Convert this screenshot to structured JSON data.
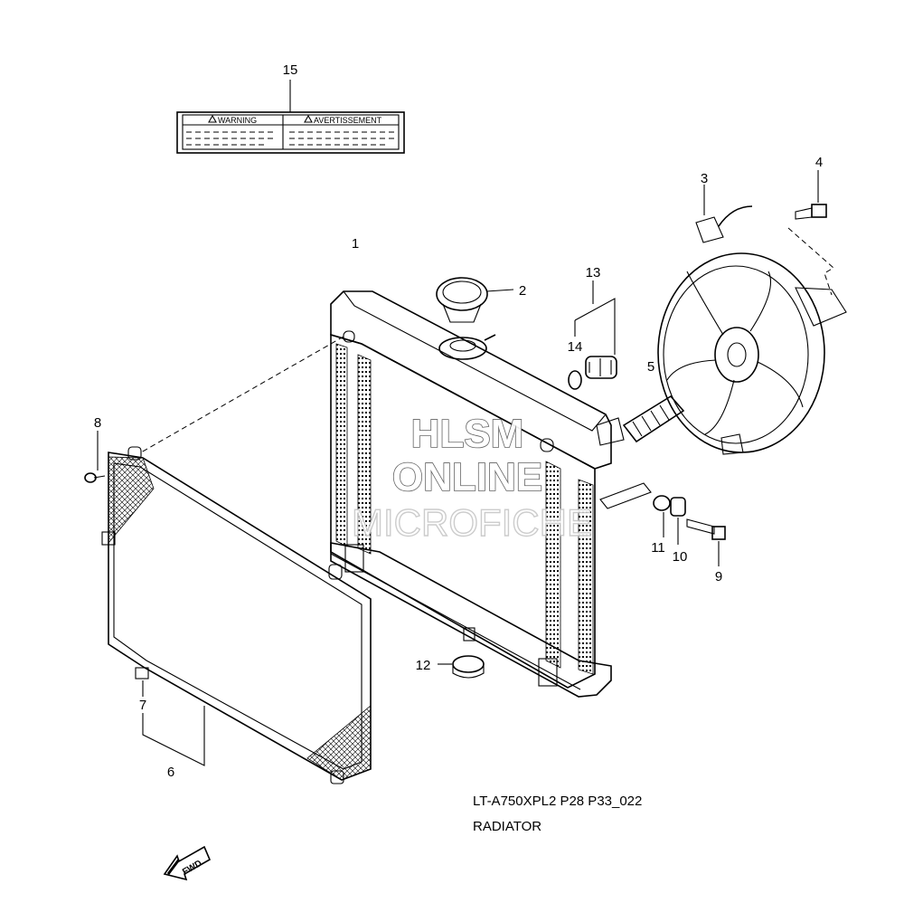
{
  "warning_label": {
    "left_title": "WARNING",
    "right_title": "AVERTISSEMENT"
  },
  "callouts": {
    "c1": "1",
    "c2": "2",
    "c3": "3",
    "c4": "4",
    "c5": "5",
    "c6": "6",
    "c7": "7",
    "c8": "8",
    "c9": "9",
    "c10": "10",
    "c11": "11",
    "c12": "12",
    "c13": "13",
    "c14": "14",
    "c15": "15"
  },
  "watermark": {
    "line1": "HLSM",
    "line2": "ONLINE",
    "line3": "MICROFICHE"
  },
  "caption": {
    "code": "LT-A750XPL2 P28 P33_022",
    "title": "RADIATOR"
  },
  "fwd_arrow": {
    "text": "FWD"
  }
}
